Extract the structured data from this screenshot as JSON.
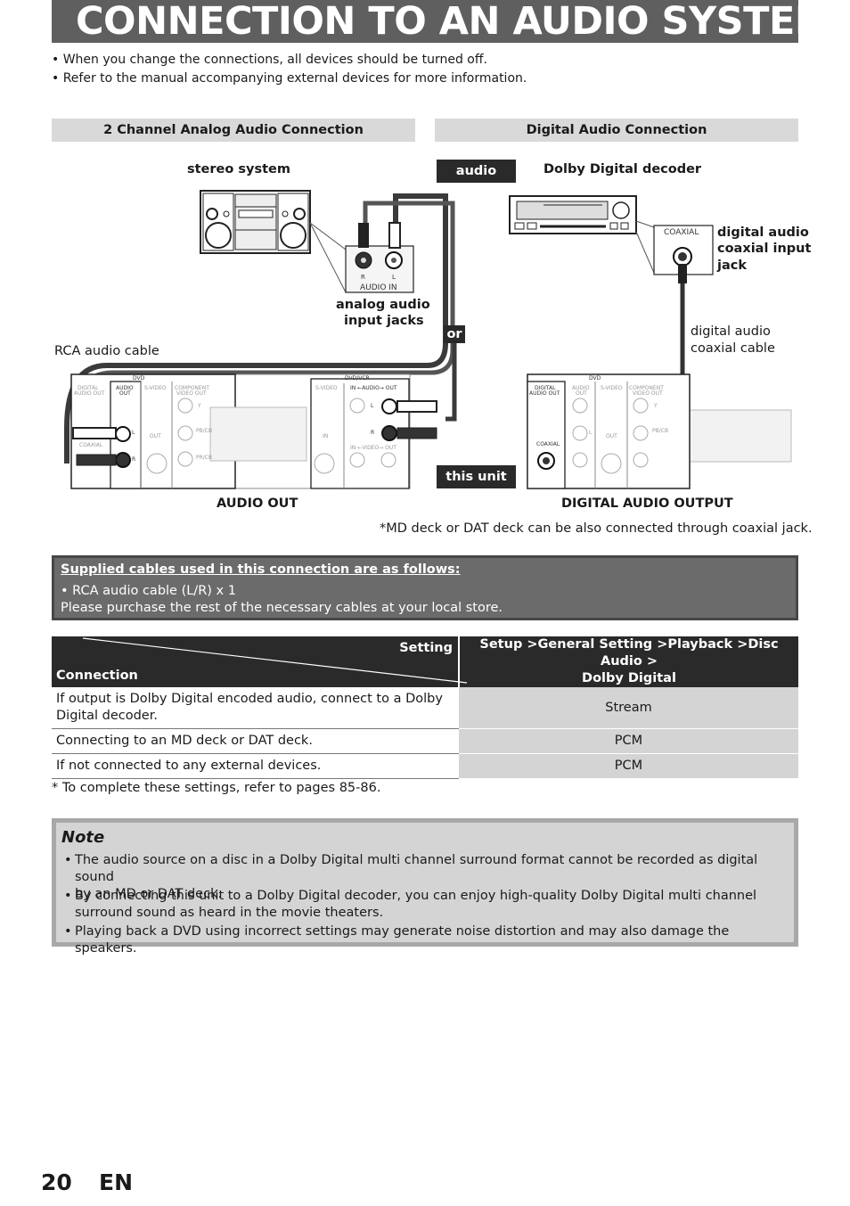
{
  "title": "CONNECTION TO AN AUDIO SYSTEM",
  "intro": [
    "• When you change the connections, all devices should be turned off.",
    "• Refer to the manual accompanying external devices for more information."
  ],
  "analog_section": {
    "heading": "2 Channel Analog Audio Connection",
    "stereo_label": "stereo system",
    "jack_r": "R",
    "jack_l": "L",
    "audio_in": "AUDIO IN",
    "analog_jacks_label_1": "analog audio",
    "analog_jacks_label_2": "input jacks",
    "rca_cable": "RCA audio cable",
    "output_label": "AUDIO OUT"
  },
  "digital_section": {
    "heading": "Digital Audio Connection",
    "decoder_label": "Dolby Digital decoder",
    "coaxial": "COAXIAL",
    "jack_label_1": "digital audio",
    "jack_label_2": "coaxial input",
    "jack_label_3": "jack",
    "cable_label_1": "digital audio",
    "cable_label_2": "coaxial cable",
    "output_label": "DIGITAL AUDIO OUTPUT",
    "md_note": "*MD deck or DAT deck can be also connected through coaxial jack."
  },
  "tags": {
    "audio": "audio",
    "or": "or",
    "this_unit": "this unit"
  },
  "panel_labels": {
    "dvd": "DVD",
    "dvd_vcr": "DVD/VCR",
    "digital_audio_out_1": "DIGITAL",
    "digital_audio_out_2": "AUDIO OUT",
    "audio_out_1": "AUDIO",
    "audio_out_2": "OUT",
    "s_video": "S-VIDEO",
    "component_1": "COMPONENT",
    "component_2": "VIDEO OUT",
    "coaxial": "COAXIAL",
    "out": "OUT",
    "in": "IN",
    "audio_in_out": "IN ←AUDIO→ OUT",
    "video_in_out": "IN ←VIDEO→ OUT",
    "l": "L",
    "r": "R",
    "y": "Y",
    "pb": "PB/CB",
    "pr": "PR/CR"
  },
  "cables_box": {
    "heading": "Supplied cables used in this connection are as follows:",
    "line1": "• RCA audio cable (L/R) x 1",
    "line2": "Please purchase the rest of the necessary cables at your local store."
  },
  "settings_table": {
    "header_setting": "Setting",
    "header_connection": "Connection",
    "header_path_1": "Setup >General Setting >Playback >Disc Audio >",
    "header_path_2": "Dolby Digital",
    "rows": [
      {
        "connection_1": "If output is Dolby Digital encoded audio, connect to a Dolby",
        "connection_2": "Digital decoder.",
        "value": "Stream"
      },
      {
        "connection_1": "Connecting to an MD deck or DAT deck.",
        "value": "PCM"
      },
      {
        "connection_1": "If not connected to any external devices.",
        "value": "PCM"
      }
    ]
  },
  "footnote": "* To complete these settings, refer to pages 85-86.",
  "note": {
    "title": "Note",
    "items": [
      {
        "line1": "The audio source on a disc in a Dolby Digital multi channel surround format cannot be recorded as digital sound",
        "line2": "by an MD or DAT deck."
      },
      {
        "line1": "By connecting this unit to a Dolby Digital decoder, you can enjoy high-quality Dolby Digital multi channel",
        "line2": "surround sound as heard in the movie theaters."
      },
      {
        "line1": "Playing back a DVD using incorrect settings may generate noise distortion and may also damage the speakers."
      }
    ]
  },
  "page_number": "20",
  "page_lang": "EN"
}
